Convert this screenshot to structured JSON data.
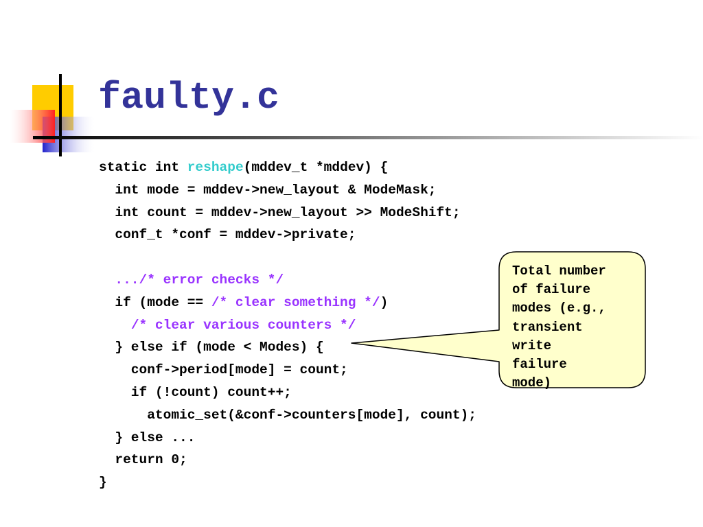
{
  "title": "faulty.c",
  "code_lines": [
    [
      {
        "t": "static int "
      },
      {
        "t": "reshape",
        "k": "fn"
      },
      {
        "t": "(mddev_t *mddev) {"
      }
    ],
    [
      {
        "t": "  int mode = mddev->new_layout & ModeMask;"
      }
    ],
    [
      {
        "t": "  int count = mddev->new_layout >> ModeShift;"
      }
    ],
    [
      {
        "t": "  conf_t *conf = mddev->private;"
      }
    ],
    [
      {
        "t": ""
      }
    ],
    [
      {
        "t": "  "
      },
      {
        "t": ".../* error checks */",
        "k": "cm"
      }
    ],
    [
      {
        "t": "  if (mode == "
      },
      {
        "t": "/* clear something */",
        "k": "cm"
      },
      {
        "t": ")"
      }
    ],
    [
      {
        "t": "    "
      },
      {
        "t": "/* clear various counters */",
        "k": "cm"
      }
    ],
    [
      {
        "t": "  } else if (mode < Modes) {"
      }
    ],
    [
      {
        "t": "    conf->period[mode] = count;"
      }
    ],
    [
      {
        "t": "    if (!count) count++;"
      }
    ],
    [
      {
        "t": "      atomic_set(&conf->counters[mode], count);"
      }
    ],
    [
      {
        "t": "  } else ..."
      }
    ],
    [
      {
        "t": "  return 0;"
      }
    ],
    [
      {
        "t": "}"
      }
    ]
  ],
  "callout": {
    "lines": [
      "Total number",
      "of failure",
      "modes (e.g.,",
      "transient",
      "write",
      "failure",
      "mode)"
    ]
  },
  "colors": {
    "title": "#333399",
    "function_name": "#33cccc",
    "comment": "#9933ff",
    "callout_fill": "#ffffcc"
  }
}
